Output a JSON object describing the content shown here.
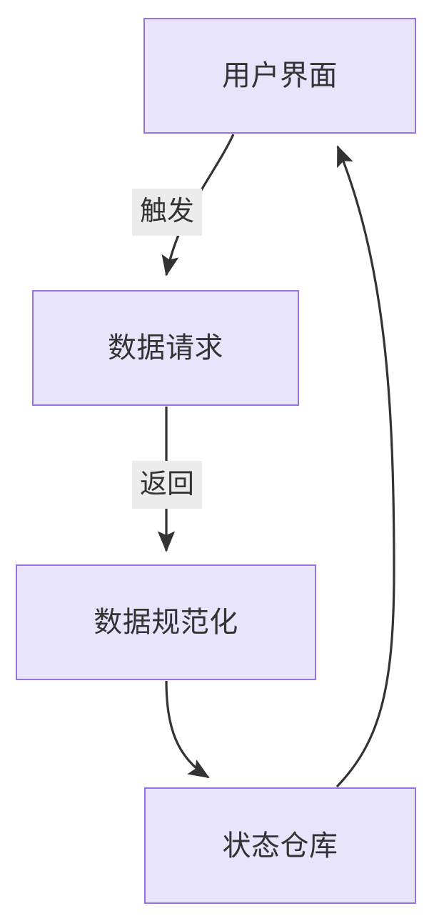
{
  "diagram": {
    "type": "flowchart",
    "direction": "top-to-bottom",
    "theme": {
      "node_fill": "#E7E4FC",
      "node_border": "#9673E0",
      "node_text": "#333333",
      "edge_stroke": "#333333",
      "edge_label_bg": "#ECECEC",
      "background": "#FFFFFF"
    },
    "nodes": [
      {
        "id": "ui",
        "label": "用户界面"
      },
      {
        "id": "request",
        "label": "数据请求"
      },
      {
        "id": "normalize",
        "label": "数据规范化"
      },
      {
        "id": "store",
        "label": "状态仓库"
      }
    ],
    "edges": [
      {
        "id": "e1",
        "from": "ui",
        "to": "request",
        "label": "触发",
        "arrow": "end"
      },
      {
        "id": "e2",
        "from": "request",
        "to": "normalize",
        "label": "返回",
        "arrow": "end"
      },
      {
        "id": "e3",
        "from": "normalize",
        "to": "store",
        "label": "",
        "arrow": "end"
      },
      {
        "id": "e4",
        "from": "store",
        "to": "ui",
        "label": "",
        "arrow": "end"
      }
    ]
  }
}
